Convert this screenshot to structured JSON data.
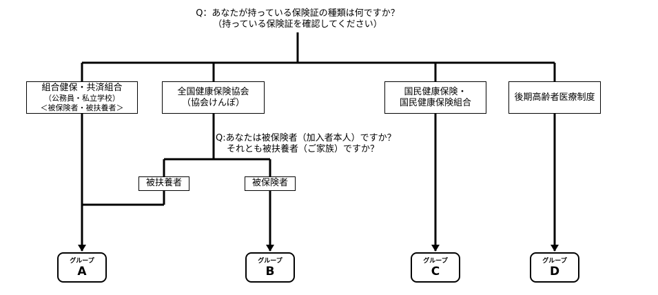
{
  "question1": {
    "line1": "Q：あなたが持っている保険証の種類は何ですか？",
    "line2": "（持っている保険証を確認してください）"
  },
  "insurers": [
    {
      "lines": [
        "組合健保・共済組合"
      ],
      "sub": [
        "（公務員・私立学校）",
        "＜被保険者・被扶養者＞"
      ]
    },
    {
      "lines": [
        "全国健康保険協会",
        "（協会けんぽ）"
      ],
      "sub": []
    },
    {
      "lines": [
        "国民健康保険・",
        "国民健康保険組合"
      ],
      "sub": []
    },
    {
      "lines": [
        "後期高齢者医療制度"
      ],
      "sub": []
    }
  ],
  "question2": {
    "line1": "Q:あなたは被保険者（加入者本人）ですか？",
    "line2": "それとも被扶養者（ご家族）ですか？"
  },
  "answers": {
    "dependent": "被扶養者",
    "insured": "被保険者"
  },
  "groups": [
    {
      "label": "グループ",
      "letter": "A"
    },
    {
      "label": "グループ",
      "letter": "B"
    },
    {
      "label": "グループ",
      "letter": "C"
    },
    {
      "label": "グループ",
      "letter": "D"
    }
  ]
}
